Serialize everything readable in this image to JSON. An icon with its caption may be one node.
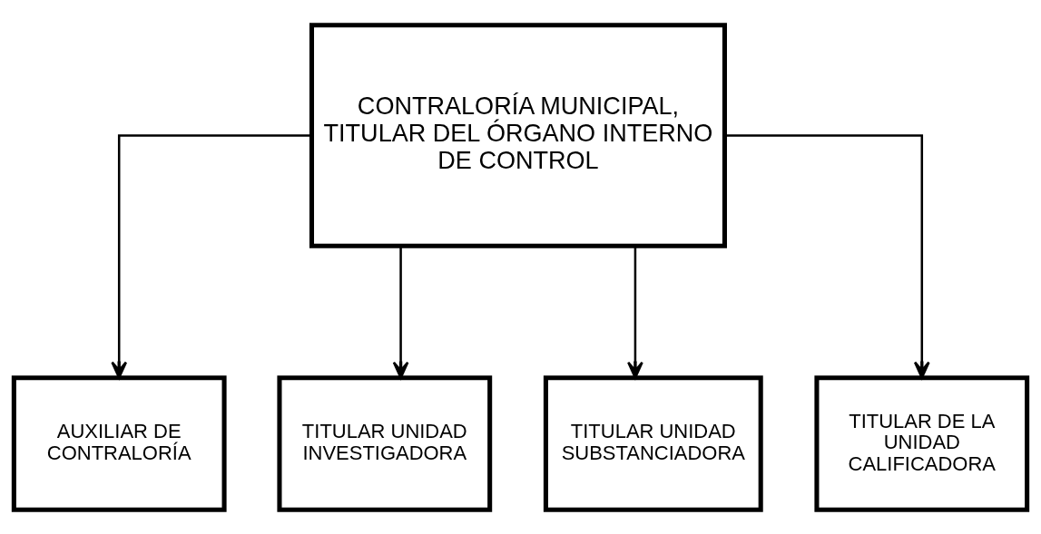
{
  "diagram": {
    "nodes": [
      {
        "text": [
          "CONTRALORÍA MUNICIPAL, TITULAR DEL ÓRGANO INTERNO DE CONTROL"
        ]
      },
      {
        "text": [
          "AUXILIAR DE CONTRALORÍA"
        ]
      },
      {
        "text": [
          "TITULAR UNIDAD INVESTIGADORA"
        ]
      },
      {
        "text": [
          "TITULAR UNIDAD SUBSTANCIADORA"
        ]
      },
      {
        "text": [
          "TITULAR DE LA UNIDAD CALIFICADORA"
        ]
      }
    ],
    "edges": [
      {
        "from": 0,
        "to": 1,
        "arrow": "to"
      },
      {
        "from": 0,
        "to": 2,
        "arrow": "to"
      },
      {
        "from": 0,
        "to": 3,
        "arrow": "to"
      },
      {
        "from": 0,
        "to": 4,
        "arrow": "to"
      }
    ]
  }
}
